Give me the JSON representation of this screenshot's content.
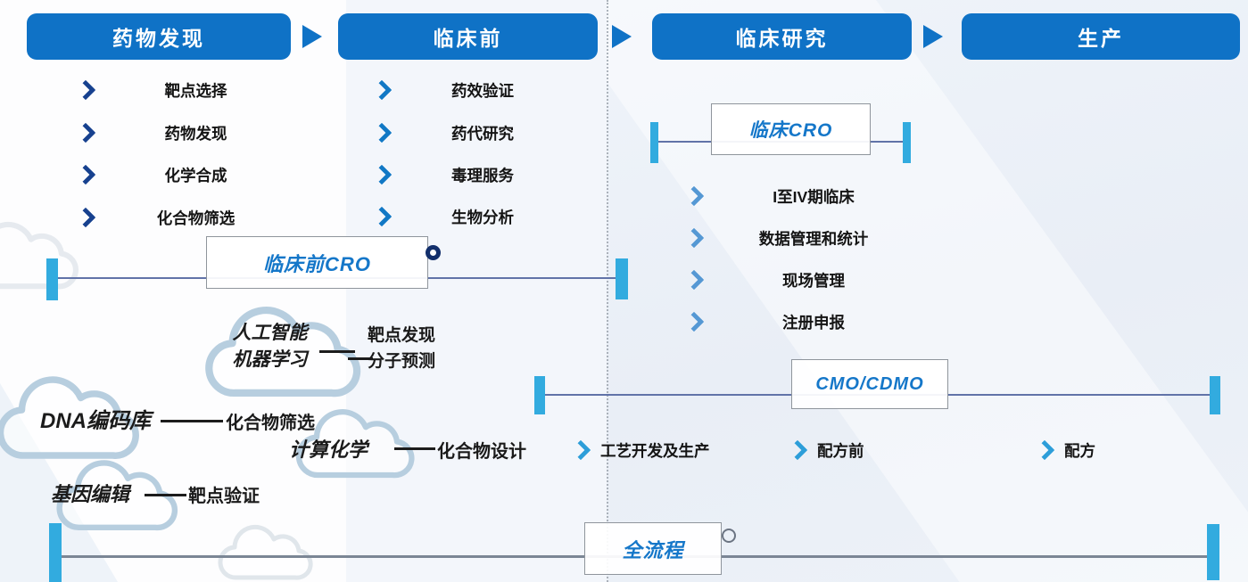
{
  "stages": {
    "discovery": {
      "title": "药物发现",
      "items": [
        "靶点选择",
        "药物发现",
        "化学合成",
        "化合物筛选"
      ]
    },
    "preclinical": {
      "title": "临床前",
      "items": [
        "药效验证",
        "药代研究",
        "毒理服务",
        "生物分析"
      ]
    },
    "clinical": {
      "title": "临床研究",
      "items": [
        "I至IV期临床",
        "数据管理和统计",
        "现场管理",
        "注册申报"
      ]
    },
    "production": {
      "title": "生产",
      "items": [
        "工艺开发及生产",
        "配方前",
        "配方"
      ]
    }
  },
  "scopes": {
    "preclinical_cro": "临床前CRO",
    "clinical_cro": "临床CRO",
    "cmo_cdmo": "CMO/CDMO",
    "full_process": "全流程"
  },
  "technologies": [
    {
      "name_line1": "人工智能",
      "name_line2": "机器学习",
      "app_line1": "靶点发现",
      "app_line2": "分子预测"
    },
    {
      "name": "DNA编码库",
      "app": "化合物筛选"
    },
    {
      "name": "计算化学",
      "app": "化合物设计"
    },
    {
      "name": "基因编辑",
      "app": "靶点验证"
    }
  ],
  "colors": {
    "stage_bar_blue": "#0f72c6",
    "cap_cyan": "#32abdf",
    "scope_line_blue": "#6173a8",
    "full_process_line_grey": "#7b8695",
    "label_blue": "#1577c9",
    "chevron_navy": "#17418f",
    "chevron_blue": "#1178c5",
    "chevron_steel": "#5598d4",
    "chevron_cyan": "#2d9ed9",
    "cloud_outline": "#b7cedf"
  }
}
